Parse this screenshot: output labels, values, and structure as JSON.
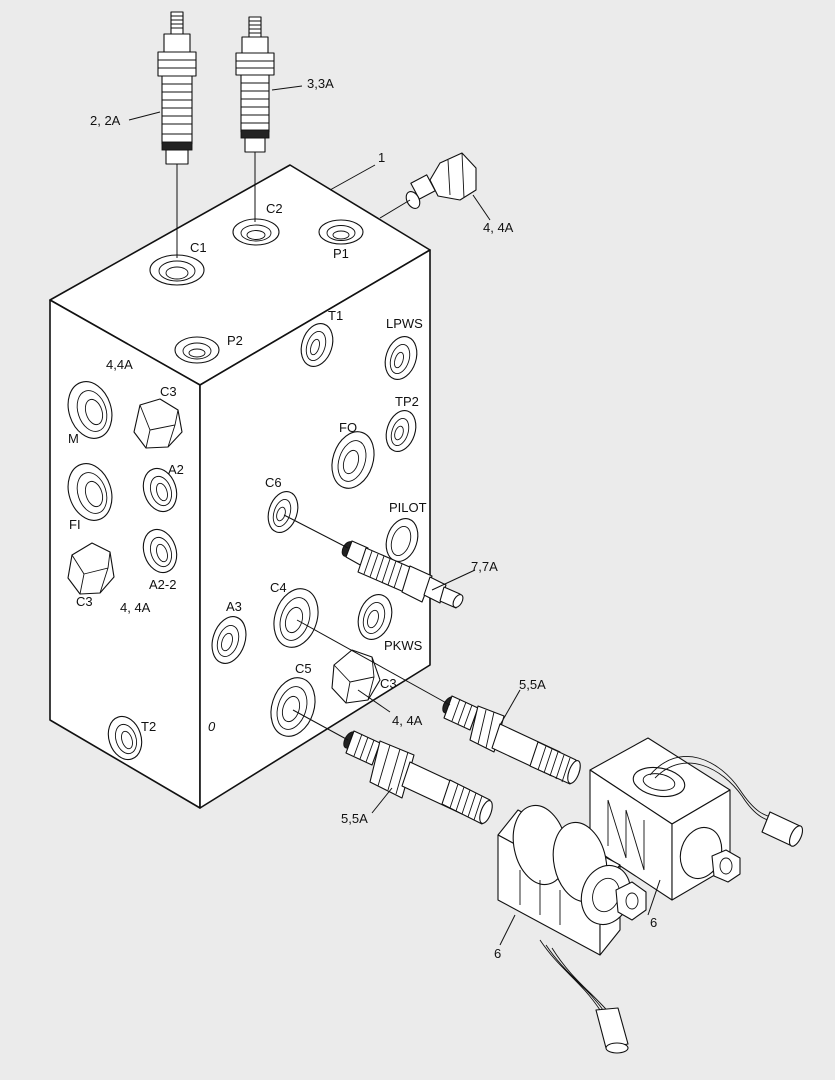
{
  "diagram": {
    "labels": {
      "part_2_2a": "2, 2A",
      "part_3_3a": "3,3A",
      "part_1": "1",
      "part_4_4a_plug_top": "4, 4A",
      "port_c1": "C1",
      "port_c2": "C2",
      "port_p1": "P1",
      "port_p2": "P2",
      "port_t1": "T1",
      "port_lpws": "LPWS",
      "part_4_4a_left_upper": "4,4A",
      "port_c3_upper": "C3",
      "port_m": "M",
      "port_tp2": "TP2",
      "port_fo": "FO",
      "port_a2": "A2",
      "port_fi": "FI",
      "port_c6": "C6",
      "port_pilot": "PILOT",
      "port_a2_2": "A2-2",
      "port_c3_left": "C3",
      "part_4_4a_left_lower": "4, 4A",
      "part_7_7a": "7,7A",
      "port_a3": "A3",
      "port_c4": "C4",
      "port_pkws": "PKWS",
      "port_c3_right": "C3",
      "part_4_4a_right": "4, 4A",
      "part_5_5a_upper": "5,5A",
      "port_c5": "C5",
      "port_t2": "T2",
      "body_mark": "0",
      "part_5_5a_lower": "5,5A",
      "part_6_right": "6",
      "part_6_left": "6"
    }
  }
}
